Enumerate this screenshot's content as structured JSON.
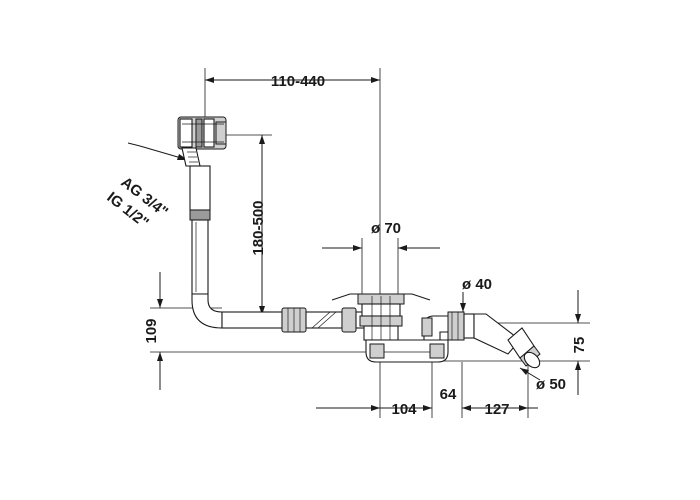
{
  "dimensions": {
    "overflow_horizontal": "110-440",
    "overflow_vertical": "180-500",
    "thread_outer": "AG 3/4\"",
    "thread_inner": "IG 1/2\"",
    "drain_diameter": "ø 70",
    "drain_height": "109",
    "trap_outlet_diameter": "ø 40",
    "outlet_height": "75",
    "outlet_pipe_diameter": "ø 50",
    "dist_drain_trap": "104",
    "dist_trap_center": "64",
    "dist_trap_outlet": "127"
  }
}
